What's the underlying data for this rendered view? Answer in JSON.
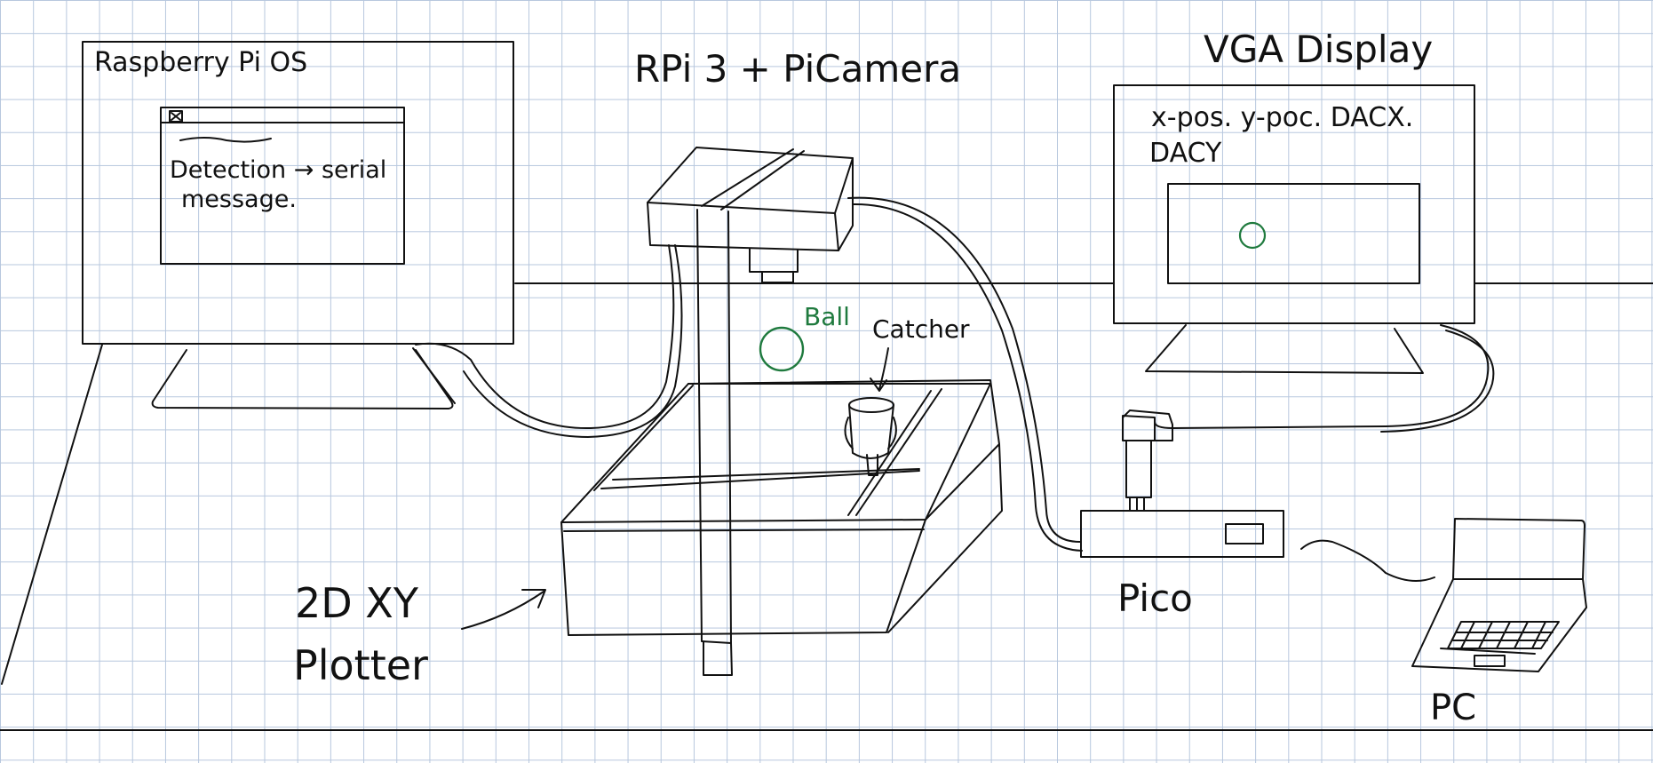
{
  "labels": {
    "os_title": "Raspberry Pi OS",
    "window_line1": "Detection → serial",
    "window_line2": "message.",
    "camera_title": "RPi 3 + PiCamera",
    "display_title": "VGA Display",
    "display_line1": "x-pos. y-poc. DACX.",
    "display_line2": "DACY",
    "ball": "Ball",
    "catcher": "Catcher",
    "plotter_line1": "2D XY",
    "plotter_line2": "Plotter",
    "pico": "Pico",
    "pc": "PC"
  },
  "colors": {
    "ink": "#111111",
    "green": "#1f7a3e",
    "grid": "#b7c7de"
  },
  "icons": {
    "window_close": "close-box-icon"
  }
}
